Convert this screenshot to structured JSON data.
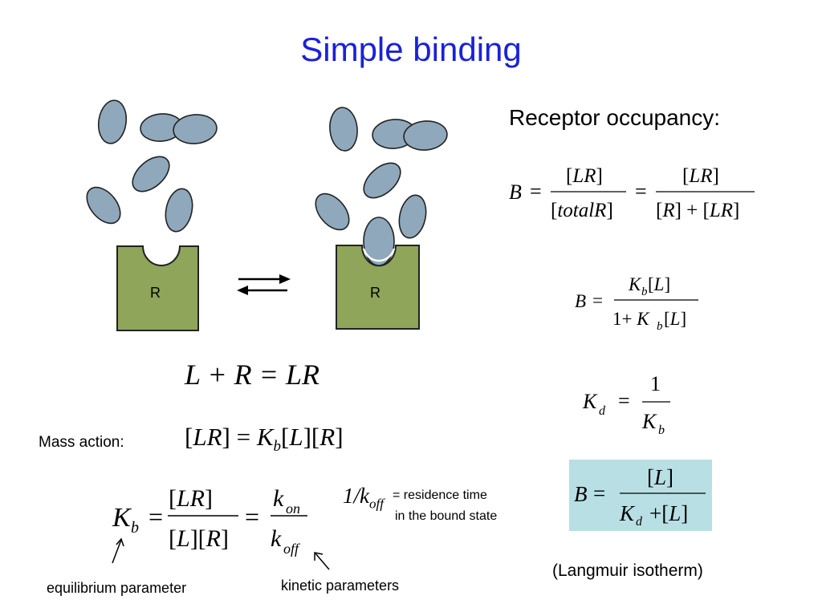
{
  "title": "Simple binding",
  "labels": {
    "receptor_occupancy": "Receptor occupancy:",
    "mass_action": "Mass action:",
    "residence_line1": "= residence time",
    "residence_line2": "in the bound state",
    "equilibrium_parameter": "equilibrium parameter",
    "kinetic_parameters": "kinetic parameters",
    "langmuir": "(Langmuir isotherm)",
    "receptor_letter": "R"
  },
  "equations": {
    "reaction": "L + R = LR",
    "mass_action": "[LR] = K_b[L][R]",
    "kb_definition": "K_b = [LR]/([L][R]) = k_on/k_off",
    "residence_time": "1/k_off",
    "occupancy": "B = [LR]/[totalR] = [LR]/([R]+[LR])",
    "occupancy_kb": "B = K_b[L]/(1+K_b[L])",
    "kd_definition": "K_d = 1/K_b",
    "langmuir": "B = [L]/(K_d+[L])"
  },
  "colors": {
    "title": "#1a22d6",
    "receptor_fill": "#8ea55a",
    "ligand_fill": "#8fa8bc",
    "highlight_box": "#b8dfe4"
  },
  "icons": [
    "ligand-ellipse",
    "receptor-block",
    "equilibrium-arrows",
    "pointer-arrow"
  ]
}
